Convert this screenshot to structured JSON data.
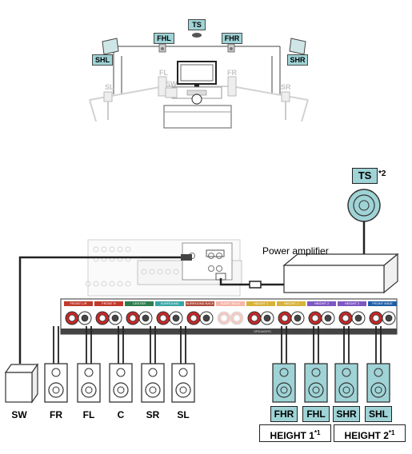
{
  "room": {
    "top_speaker": "TS",
    "front_height_left": "FHL",
    "front_height_right": "FHR",
    "surround_height_left": "SHL",
    "surround_height_right": "SHR",
    "front_left": "FL",
    "front_right": "FR",
    "subwoofer": "SW",
    "surround_left": "SL",
    "surround_right": "SR"
  },
  "amplifier": {
    "label": "Power amplifier",
    "ts_label": "TS",
    "ts_note": "*2"
  },
  "receiver": {
    "channel_labels": [
      "FRONT L/R",
      "FRONT R",
      "CENTER",
      "SURROUND",
      "SURROUND BACK",
      "SURR. BACK",
      "HEIGHT 1",
      "HEIGHT 1",
      "HEIGHT 2",
      "HEIGHT 2",
      "FRONT WIDE"
    ],
    "channel_colors": [
      "#c0392b",
      "#c0392b",
      "#2e7d4f",
      "#38a6a5",
      "#b04a3a",
      "#f5b5a8",
      "#d8b23a",
      "#d8b23a",
      "#7e57c2",
      "#7e57c2",
      "#1f5fa6"
    ],
    "speaker_strip": "SPEAKERS"
  },
  "speakers": {
    "sw": "SW",
    "fr": "FR",
    "fl": "FL",
    "c": "C",
    "sr": "SR",
    "sl": "SL",
    "fhr": "FHR",
    "fhl": "FHL",
    "shr": "SHR",
    "shl": "SHL"
  },
  "groups": {
    "height1": "HEIGHT 1",
    "height1_note": "*1",
    "height2": "HEIGHT 2",
    "height2_note": "*1"
  }
}
